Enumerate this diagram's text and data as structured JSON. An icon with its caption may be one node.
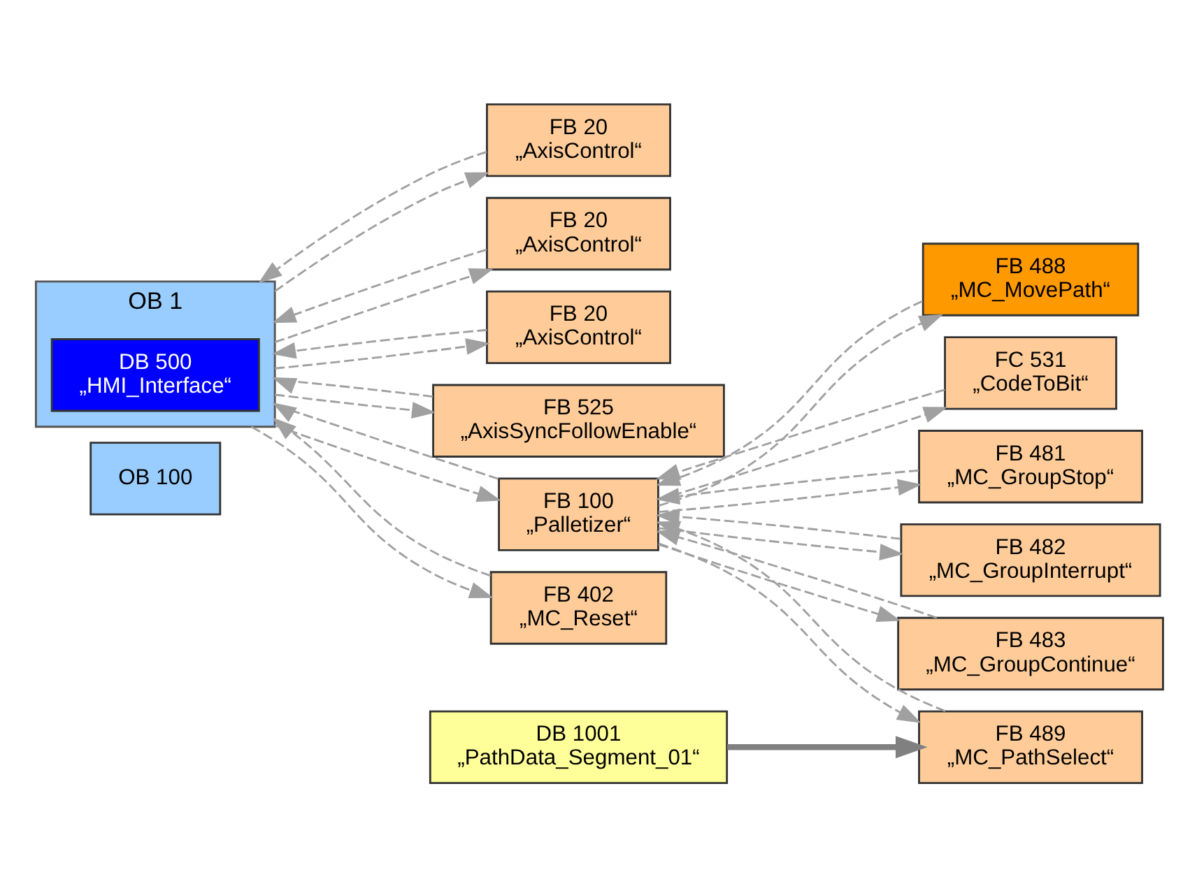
{
  "diagram": {
    "nodes": [
      {
        "text": [
          "OB 100"
        ]
      },
      {
        "text": [
          "OB 1"
        ]
      },
      {
        "text": [
          "DB 500",
          "„HMI_Interface“"
        ],
        "in": 1
      },
      {
        "text": [
          "FB 20",
          "„AxisControl“"
        ]
      },
      {
        "text": [
          "FB 20",
          "„AxisControl“"
        ]
      },
      {
        "text": [
          "FB 20",
          "„AxisControl“"
        ]
      },
      {
        "text": [
          "FB 525",
          "„AxisSyncFollowEnable“"
        ]
      },
      {
        "text": [
          "FB 100",
          "„Palletizer“"
        ]
      },
      {
        "text": [
          "FB 402",
          "„MC_Reset“"
        ]
      },
      {
        "text": [
          "DB 1001",
          "„PathData_Segment_01“"
        ]
      },
      {
        "text": [
          "FB 489",
          "„MC_PathSelect“"
        ]
      },
      {
        "text": [
          "FB 488",
          "„MC_MovePath“"
        ]
      },
      {
        "text": [
          "FC 531",
          "„CodeToBit“"
        ]
      },
      {
        "text": [
          "FB 481",
          "„MC_GroupStop“"
        ]
      },
      {
        "text": [
          "FB 482",
          "„MC_GroupInterrupt“"
        ]
      },
      {
        "text": [
          "FB 483",
          "„MC_GroupContinue“"
        ]
      }
    ],
    "edges": [
      {
        "from": 1,
        "to": 3,
        "arrow": "to",
        "style": "dashed"
      },
      {
        "from": 3,
        "to": 1,
        "arrow": "to",
        "style": "dashed"
      },
      {
        "from": 1,
        "to": 4,
        "arrow": "to",
        "style": "dashed"
      },
      {
        "from": 4,
        "to": 1,
        "arrow": "to",
        "style": "dashed"
      },
      {
        "from": 1,
        "to": 5,
        "arrow": "to",
        "style": "dashed"
      },
      {
        "from": 5,
        "to": 1,
        "arrow": "to",
        "style": "dashed"
      },
      {
        "from": 1,
        "to": 6,
        "arrow": "to",
        "style": "dashed"
      },
      {
        "from": 6,
        "to": 1,
        "arrow": "to",
        "style": "dashed"
      },
      {
        "from": 1,
        "to": 7,
        "arrow": "to",
        "style": "dashed"
      },
      {
        "from": 9,
        "to": 10,
        "arrow": "to",
        "style": "thick",
        "color": "#808080"
      },
      {
        "from": 7,
        "to": 10,
        "arrow": "to",
        "style": "dashed"
      },
      {
        "from": 10,
        "to": 7,
        "arrow": "to",
        "style": "dashed"
      },
      {
        "from": 7,
        "to": 11,
        "arrow": "to",
        "style": "dashed"
      },
      {
        "from": 11,
        "to": 7,
        "arrow": "to",
        "style": "dashed"
      },
      {
        "from": 7,
        "to": 12,
        "arrow": "to",
        "style": "dashed"
      },
      {
        "from": 12,
        "to": 7,
        "arrow": "to",
        "style": "dashed"
      },
      {
        "from": 7,
        "to": 13,
        "arrow": "to",
        "style": "dashed"
      },
      {
        "from": 13,
        "to": 7,
        "arrow": "to",
        "style": "dashed"
      },
      {
        "from": 7,
        "to": 14,
        "arrow": "to",
        "style": "dashed"
      },
      {
        "from": 14,
        "to": 7,
        "arrow": "to",
        "style": "dashed"
      },
      {
        "from": 7,
        "to": 15,
        "arrow": "to",
        "style": "dashed"
      },
      {
        "from": 15,
        "to": 7,
        "arrow": "to",
        "style": "dashed"
      },
      {
        "from": 7,
        "to": 1,
        "arrow": "to",
        "style": "dashed"
      },
      {
        "from": 1,
        "to": 8,
        "arrow": "to",
        "style": "dashed"
      },
      {
        "from": 8,
        "to": 1,
        "arrow": "to",
        "style": "dashed"
      }
    ]
  }
}
